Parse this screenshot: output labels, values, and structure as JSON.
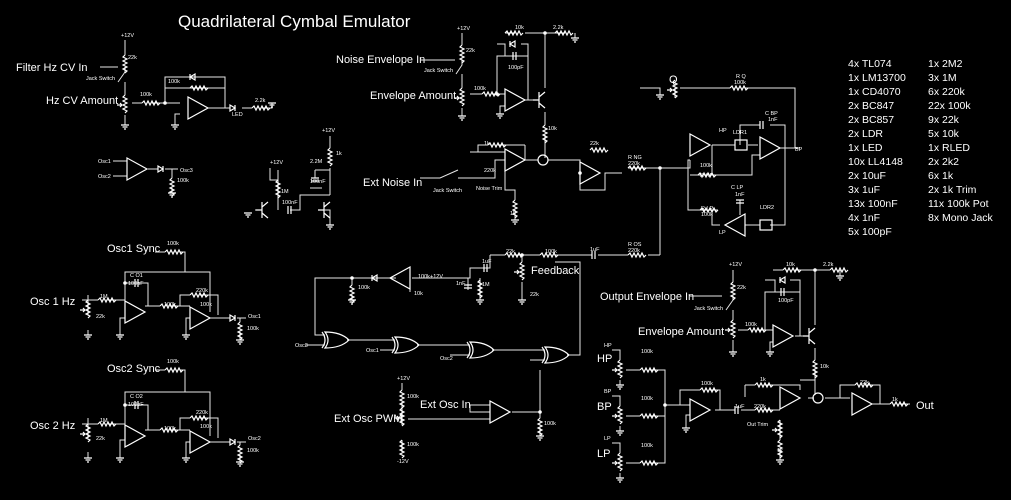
{
  "title": "Quadrilateral Cymbal Emulator",
  "labels": {
    "filter_hz_cv_in": "Filter Hz CV In",
    "hz_cv_amount": "Hz CV Amount",
    "noise_envelope_in": "Noise Envelope In",
    "envelope_amount": "Envelope Amount",
    "ext_noise_in": "Ext Noise In",
    "osc1_sync": "Osc1 Sync",
    "osc1_hz": "Osc 1 Hz",
    "osc2_sync": "Osc2 Sync",
    "osc2_hz": "Osc 2 Hz",
    "feedback": "Feedback",
    "ext_osc_in": "Ext Osc In",
    "ext_osc_pwm": "Ext Osc PWM",
    "output_envelope_in": "Output Envelope In",
    "envelope_amount_2": "Envelope Amount",
    "hp": "HP",
    "bp": "BP",
    "lp": "LP",
    "out": "Out",
    "q": "Q"
  },
  "small": {
    "v12": "+12V",
    "vneg12": "-12V",
    "r22k": "22k",
    "r100k": "100k",
    "r10k": "10k",
    "r1m": "1M",
    "r2m2": "2.2M",
    "r1k": "1k",
    "r2k2": "2.2k",
    "r220k": "220k",
    "c100pf": "100pF",
    "c100nf": "100nF",
    "c1uf": "1uF",
    "c1nf": "1nF",
    "led": "LED",
    "jack_switch": "Jack Switch",
    "noise_trim": "Noise Trim",
    "out_trim": "Out Trim",
    "osc1": "Osc1",
    "osc2": "Osc2",
    "osc3": "Osc3",
    "co1": "C O1",
    "co2": "C O2",
    "rq": "R Q",
    "rng": "R NG",
    "ros": "R OS",
    "rhp": "R HP",
    "rlp": "R LP",
    "cbp": "C BP",
    "clp": "C LP",
    "ldr1": "LDR1",
    "ldr2": "LDR2",
    "hp_s": "HP",
    "bp_s": "BP",
    "lp_s": "LP"
  },
  "bom_left": [
    "4x TL074",
    "1x LM13700",
    "1x CD4070",
    "2x BC847",
    "2x BC857",
    "2x LDR",
    "1x LED",
    "10x LL4148",
    "2x 10uF",
    "3x 1uF",
    "13x 100nF",
    "4x 1nF",
    "5x 100pF"
  ],
  "bom_right": [
    "1x 2M2",
    "3x 1M",
    "6x 220k",
    "22x 100k",
    "9x 22k",
    "5x 10k",
    "1x RLED",
    "2x 2k2",
    "6x 1k",
    "2x 1k Trim",
    "11x 100k Pot",
    "8x Mono Jack"
  ],
  "colors": {
    "background": "#000000",
    "ink": "#ffffff"
  }
}
